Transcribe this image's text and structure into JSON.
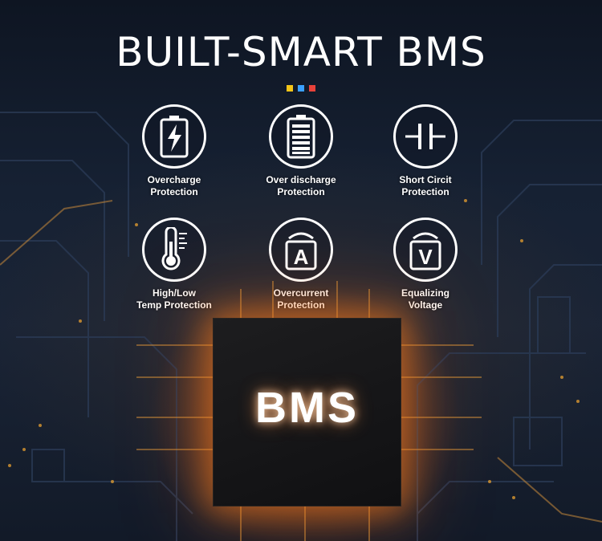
{
  "title": "BUILT-SMART BMS",
  "accent_dots": [
    "#f5c518",
    "#3aa0ff",
    "#e8423a"
  ],
  "features": [
    {
      "icon": "battery-bolt-icon",
      "line1": "Overcharge",
      "line2": "Protection"
    },
    {
      "icon": "battery-levels-icon",
      "line1": "Over discharge",
      "line2": "Protection"
    },
    {
      "icon": "capacitor-icon",
      "line1": "Short Circit",
      "line2": "Protection"
    },
    {
      "icon": "thermometer-icon",
      "line1": "High/Low",
      "line2": "Temp Protection"
    },
    {
      "icon": "ampere-meter-icon",
      "line1": "Overcurrent",
      "line2": "Protection"
    },
    {
      "icon": "volt-meter-icon",
      "line1": "Equalizing",
      "line2": "Voltage"
    }
  ],
  "chip": {
    "label": "BMS"
  },
  "colors": {
    "glow": "#ff8c28",
    "text": "#ffffff",
    "background": "#162133"
  }
}
